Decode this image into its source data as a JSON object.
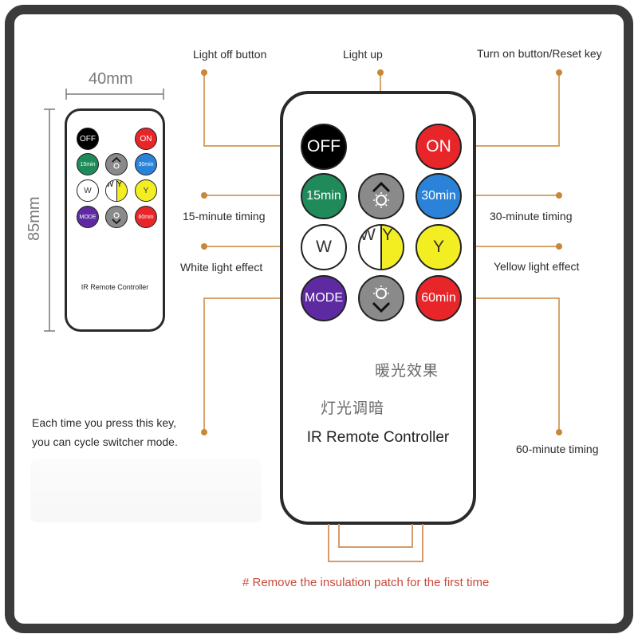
{
  "colors": {
    "frame": "#3b3b3b",
    "leader": "#c8873a",
    "dot": "#c8873a",
    "off": "#000000",
    "on": "#e8262a",
    "min15": "#1f8a5a",
    "min30": "#2a83d8",
    "neutral": "#ffffff",
    "yellow": "#f2ee22",
    "mode": "#5e2aa2",
    "min60": "#e8262a",
    "gray": "#8a8a8a",
    "note": "#c84a3c"
  },
  "labels": {
    "light_off": "Light off button",
    "light_up": "Light up",
    "turn_on": "Turn on button/Reset key",
    "timing15": "15-minute timing",
    "timing30": "30-minute timing",
    "white_effect": "White light effect",
    "yellow_effect": "Yellow light effect",
    "warm_effect_cn": "暖光效果",
    "dim_cn": "灯光调暗",
    "mode_line1": "Each time you press this key,",
    "mode_line2": "you can cycle switcher mode.",
    "timing60": "60-minute timing",
    "insulation_note": "# Remove the insulation patch for the first time"
  },
  "dimensions": {
    "width": "40mm",
    "height": "85mm"
  },
  "remote": {
    "title": "IR Remote Controller",
    "buttons": {
      "off": "OFF",
      "on": "ON",
      "min15": "15min",
      "min30": "30min",
      "white": "W",
      "mix_w": "W",
      "mix_y": "Y",
      "yellow": "Y",
      "mode": "MODE",
      "min60": "60min"
    },
    "icons": {
      "up": "brightness-up-icon",
      "down": "brightness-down-icon"
    }
  }
}
